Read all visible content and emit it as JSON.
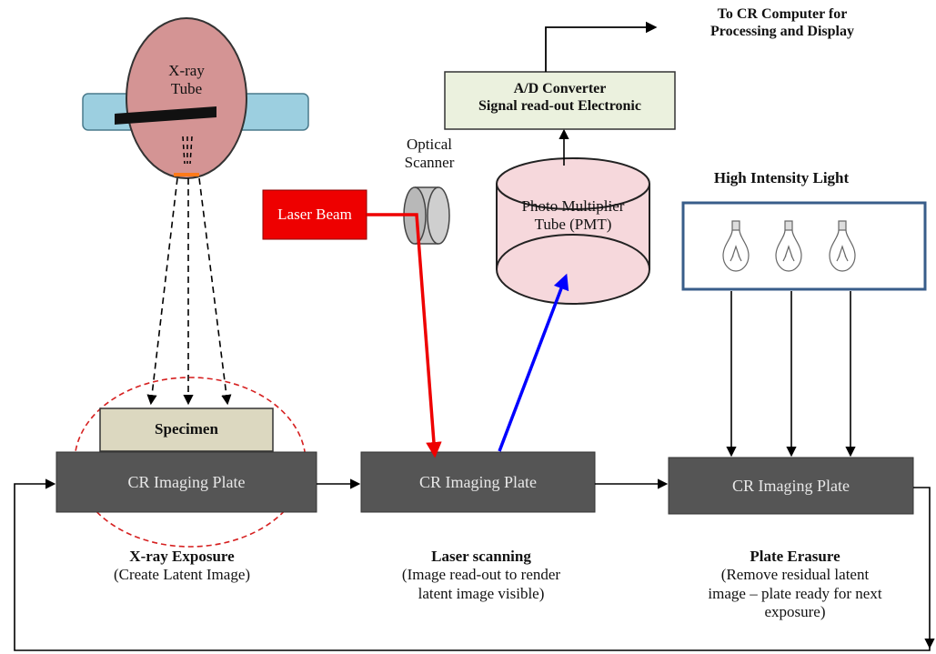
{
  "xray_tube": {
    "line1": "X-ray",
    "line2": "Tube"
  },
  "optical_scanner": {
    "line1": "Optical",
    "line2": "Scanner"
  },
  "laser_beam": {
    "label": "Laser Beam"
  },
  "pmt": {
    "line1": "Photo Multiplier",
    "line2": "Tube (PMT)"
  },
  "ad_converter": {
    "line1": "A/D Converter",
    "line2": "Signal read-out Electronic"
  },
  "output": {
    "line1": "To CR Computer for",
    "line2": "Processing and Display"
  },
  "light": {
    "label": "High Intensity Light"
  },
  "specimen": {
    "label": "Specimen"
  },
  "plates": [
    {
      "label": "CR Imaging Plate"
    },
    {
      "label": "CR Imaging Plate"
    },
    {
      "label": "CR Imaging Plate"
    }
  ],
  "stages": [
    {
      "title": "X-ray Exposure",
      "desc1": "(Create Latent Image)",
      "desc2": "",
      "desc3": ""
    },
    {
      "title": "Laser scanning",
      "desc1": "(Image read-out to render",
      "desc2": "latent image visible)",
      "desc3": ""
    },
    {
      "title": "Plate Erasure",
      "desc1": "(Remove residual latent",
      "desc2": "image – plate ready for next",
      "desc3": "exposure)"
    }
  ],
  "colors": {
    "tube": "#d49494",
    "tube_housing": "#9ccfe0",
    "plate": "#555555",
    "specimen": "#dcd8c0",
    "converter": "#ebf1de",
    "pmt": "#f6d8dc",
    "laser": "#ff0000",
    "signal": "#0000ff",
    "light_border": "#385d8a",
    "focus_dash": "#d62020"
  }
}
